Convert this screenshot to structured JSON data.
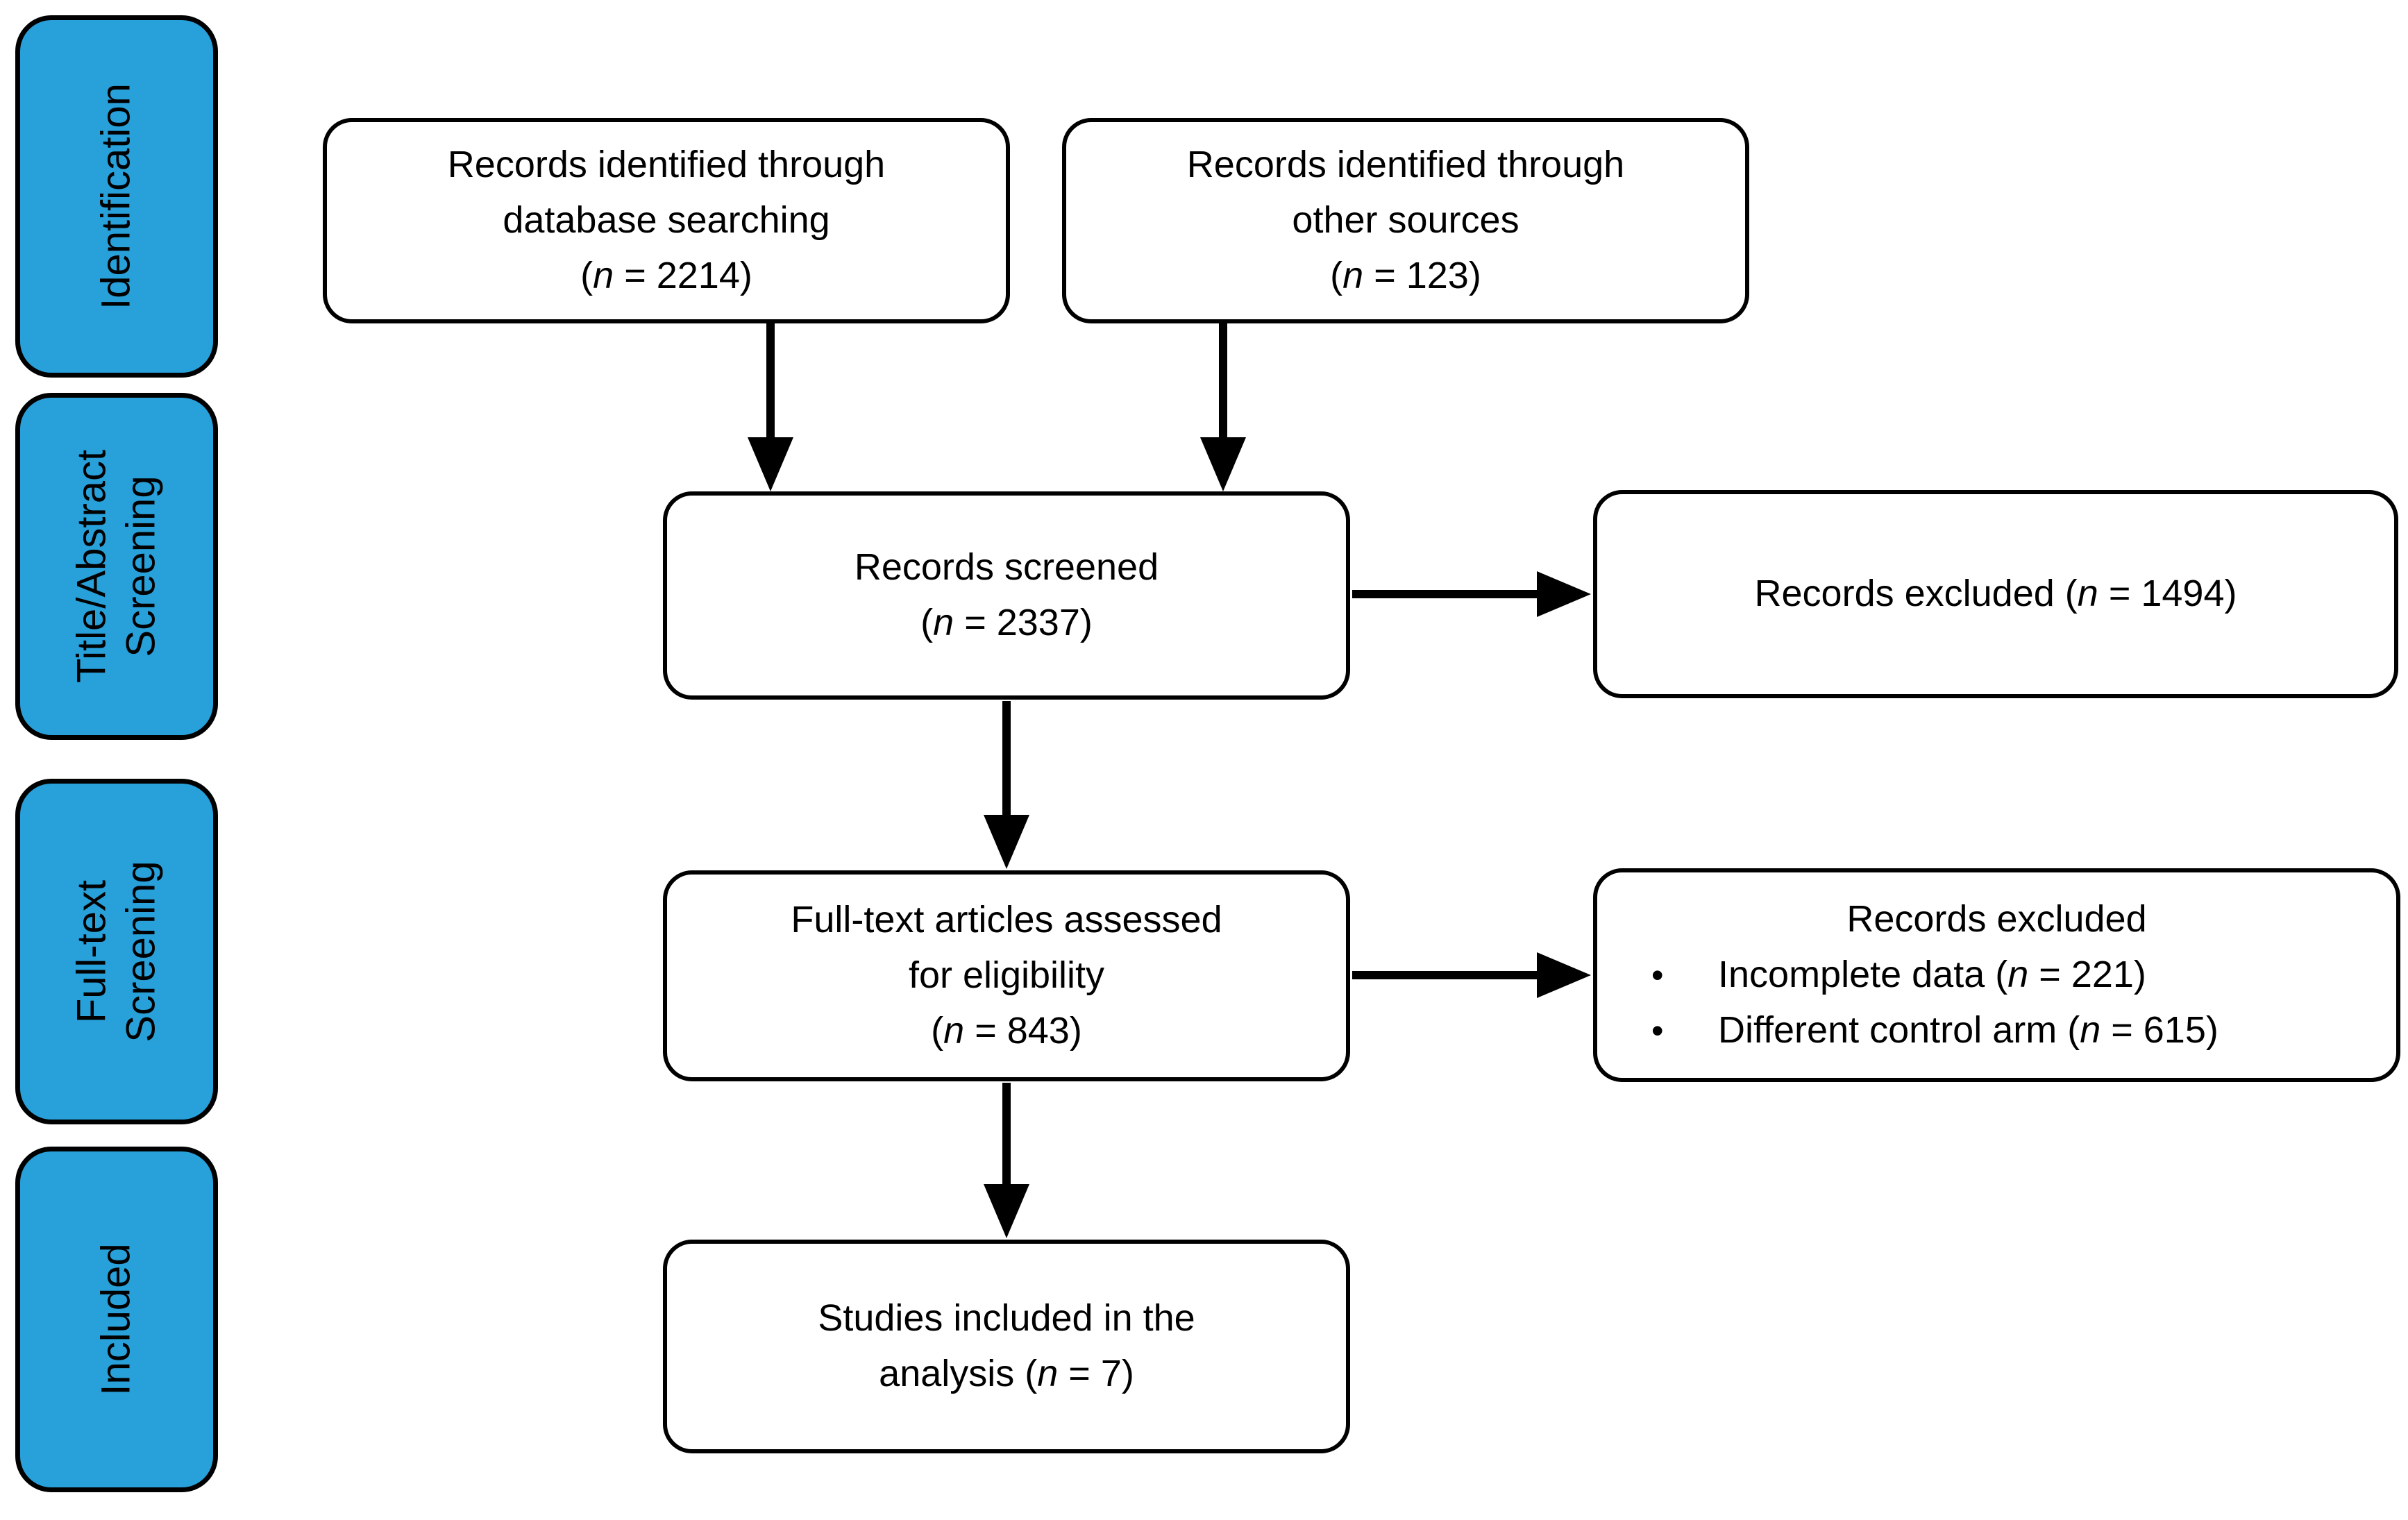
{
  "palette": {
    "stage_fill": "#28A0DA",
    "stroke": "#000000",
    "box_fill": "#FFFFFF"
  },
  "sidebar": {
    "stages": [
      {
        "label": "Identification"
      },
      {
        "label": "Title/Abstract\nScreening"
      },
      {
        "label": "Full-text\nScreening"
      },
      {
        "label": "Included"
      }
    ]
  },
  "flow": {
    "identified_db": {
      "line1": "Records identified through",
      "line2": "database searching",
      "count": {
        "open": "(",
        "var": "n",
        "rest": " = 2214)"
      }
    },
    "identified_other": {
      "line1": "Records identified through",
      "line2": "other sources",
      "count": {
        "open": "(",
        "var": "n",
        "rest": " = 123)"
      }
    },
    "screened": {
      "line1": "Records screened",
      "count": {
        "open": "(",
        "var": "n",
        "rest": " = 2337)"
      }
    },
    "excluded_screening": {
      "text": "Records excluded ",
      "count": {
        "open": "(",
        "var": "n",
        "rest": " = 1494)"
      }
    },
    "fulltext": {
      "line1": "Full-text articles assessed",
      "line2": "for eligibility",
      "count": {
        "open": "(",
        "var": "n",
        "rest": " = 843)"
      }
    },
    "excluded_fulltext": {
      "title": "Records excluded",
      "bullet_char": "•",
      "bullets": [
        {
          "text": "Incomplete data ",
          "count": {
            "open": "(",
            "var": "n",
            "rest": " = 221)"
          }
        },
        {
          "text": "Different control arm ",
          "count": {
            "open": "(",
            "var": "n",
            "rest": " = 615)"
          }
        }
      ]
    },
    "included": {
      "line1": "Studies included in the",
      "line2_prefix": "analysis ",
      "count": {
        "open": "(",
        "var": "n",
        "rest": " = 7)"
      }
    }
  }
}
